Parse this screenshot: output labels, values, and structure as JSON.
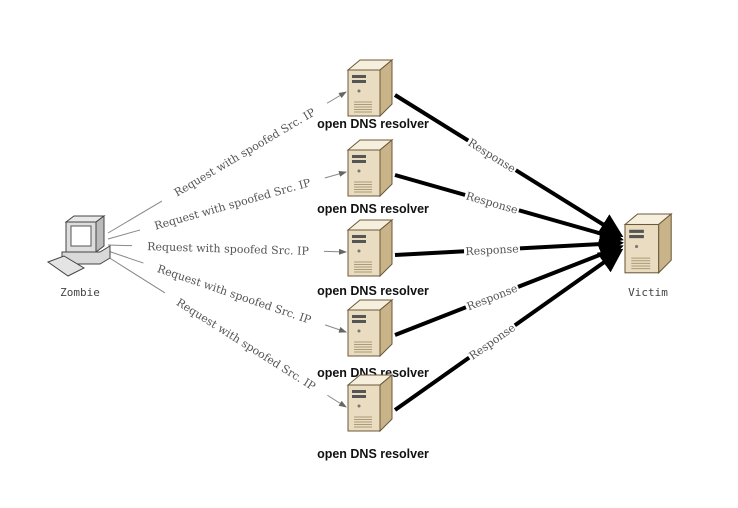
{
  "diagram": {
    "zombie": {
      "label": "Zombie",
      "icon": "computer-icon"
    },
    "victim": {
      "label": "Victim",
      "icon": "server-icon"
    },
    "resolvers": [
      {
        "label": "open DNS resolver",
        "request_label": "Request with spoofed Src. IP",
        "response_label": "Response"
      },
      {
        "label": "open DNS resolver",
        "request_label": "Request with spoofed Src. IP",
        "response_label": "Response"
      },
      {
        "label": "open DNS resolver",
        "request_label": "Request with spoofed Src. IP",
        "response_label": "Response"
      },
      {
        "label": "open DNS resolver",
        "request_label": "Request with spoofed Src. IP",
        "response_label": "Response"
      },
      {
        "label": "open DNS resolver",
        "request_label": "Request with spoofed Src. IP",
        "response_label": "Response"
      }
    ],
    "colors": {
      "server_front": "#e9dcc0",
      "server_side": "#c9b48a",
      "server_top": "#f6efdd",
      "response_line": "#000000",
      "request_line": "#888888"
    }
  }
}
